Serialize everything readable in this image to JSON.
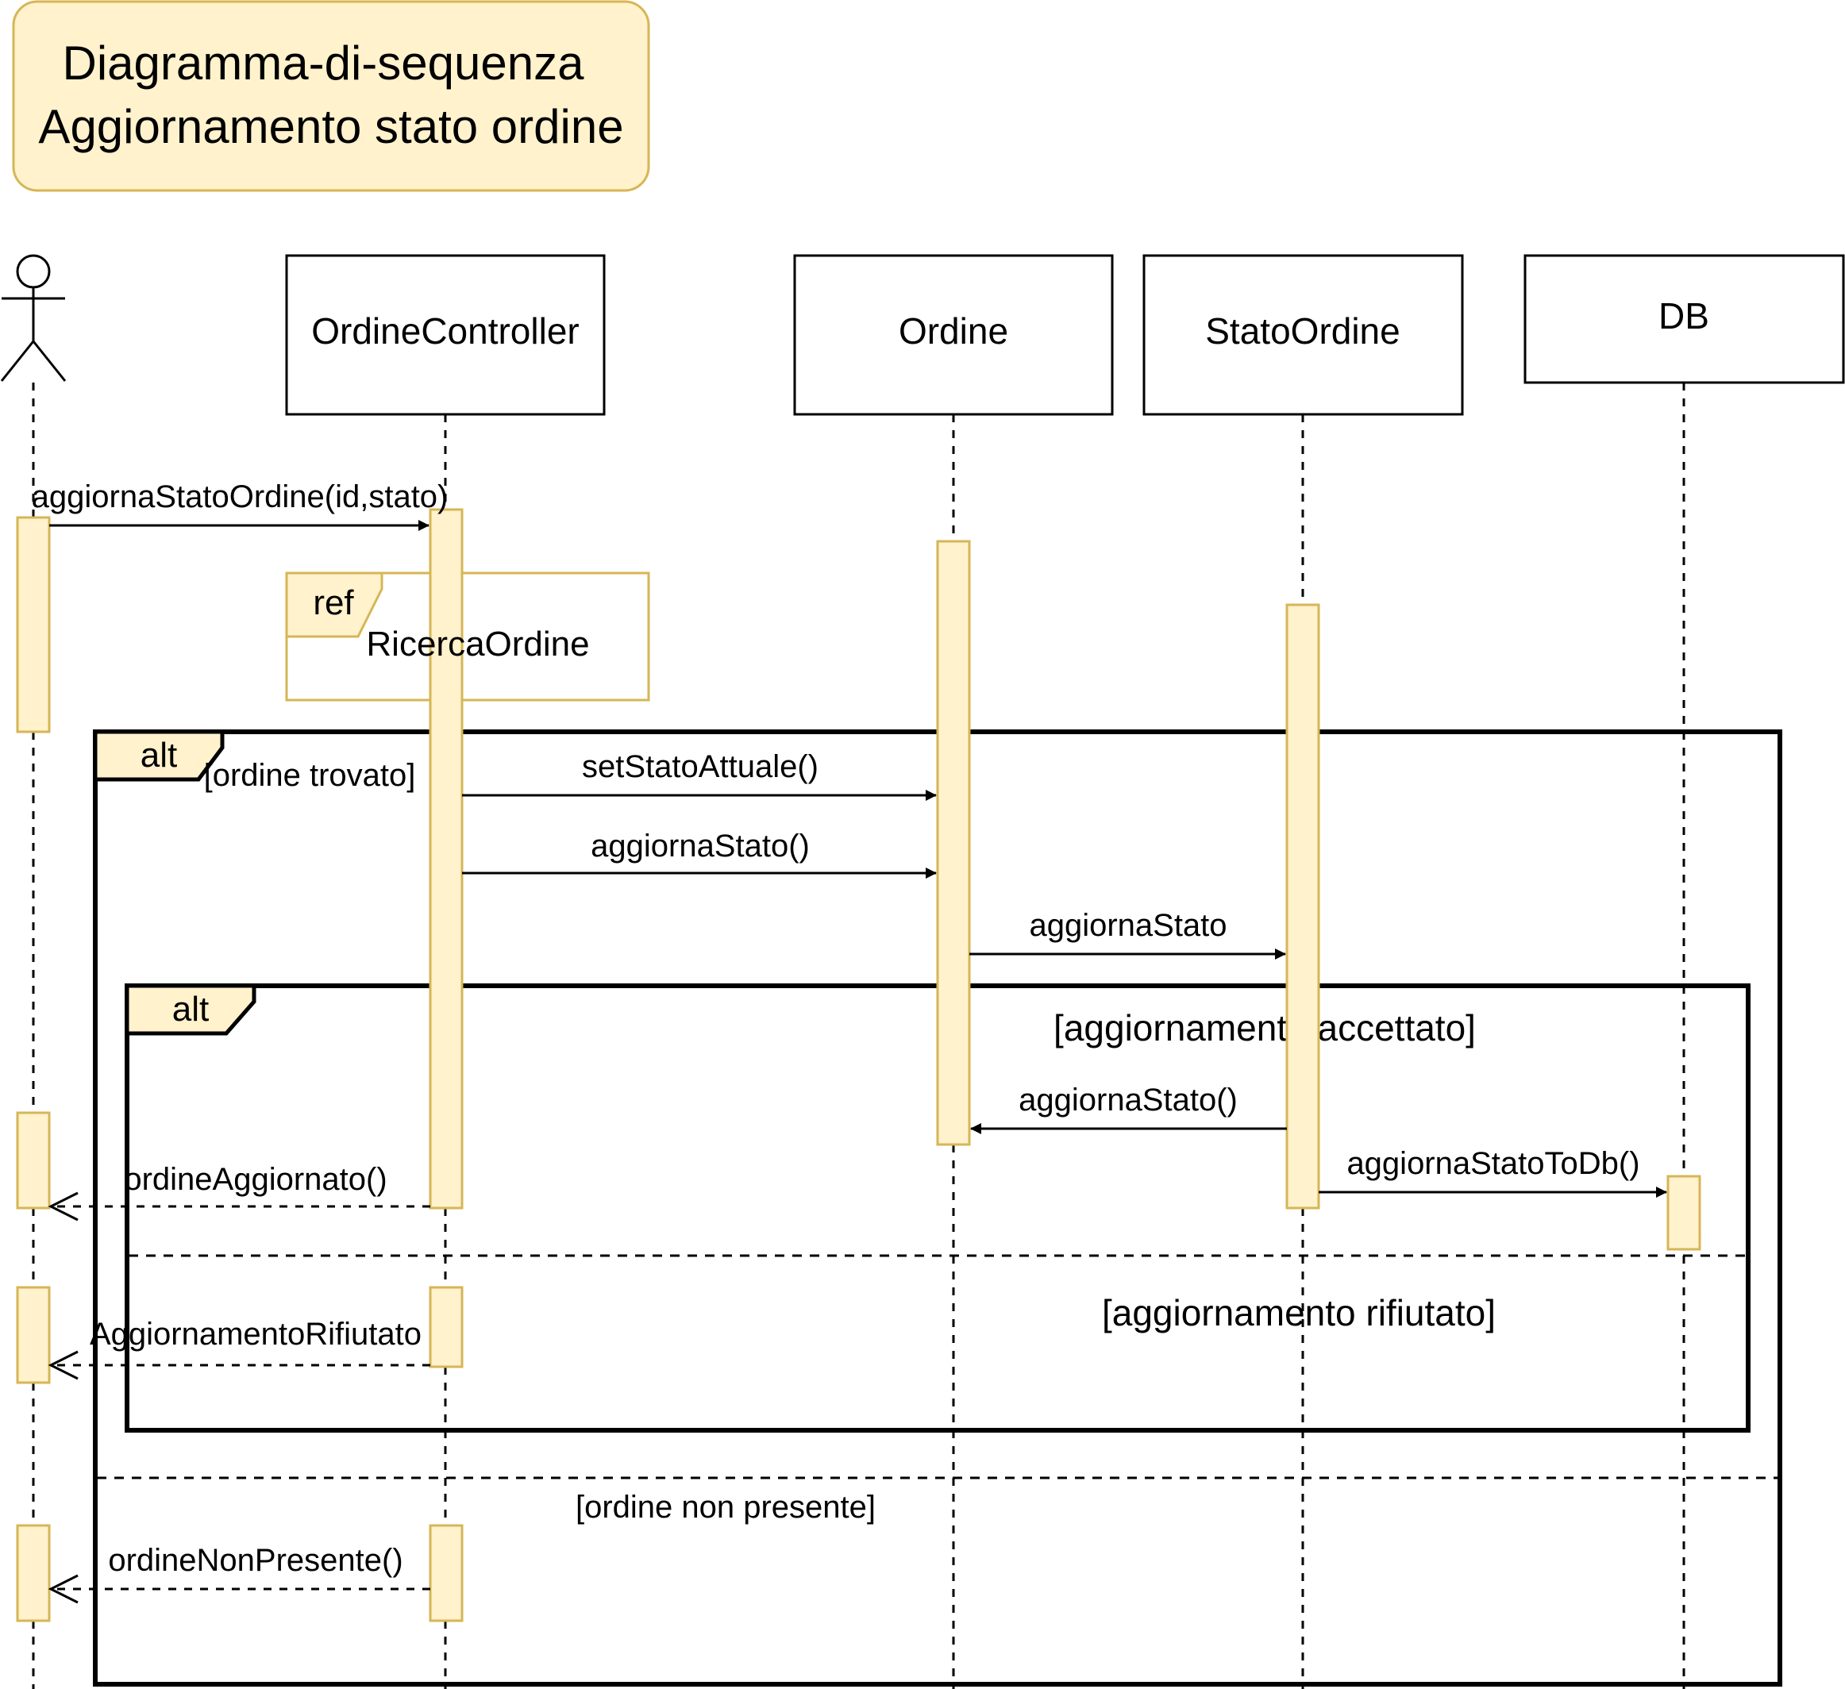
{
  "title": {
    "line1": "Diagramma-di-sequenza",
    "line2": "Aggiornamento stato ordine"
  },
  "participants": {
    "controller": "OrdineController",
    "ordine": "Ordine",
    "stato": "StatoOrdine",
    "db": "DB"
  },
  "messages": {
    "m1": "aggiornaStatoOrdine(id,stato)",
    "m2": "setStatoAttuale()",
    "m3": "aggiornaStato()",
    "m4": "aggiornaStato",
    "m5": "aggiornaStato()",
    "m6": "aggiornaStatoToDb()",
    "m7": "ordineAggiornato()",
    "m8": "AggiornamentoRifiutato",
    "m9": "ordineNonPresente()"
  },
  "ref": {
    "tag": "ref",
    "name": "RicercaOrdine"
  },
  "fragments": {
    "outer": {
      "operator": "alt",
      "guard1": "[ordine trovato]",
      "guard2": "[ordine non presente]"
    },
    "inner": {
      "operator": "alt",
      "guard1": "[aggiornamento accettato]",
      "guard2": "[aggiornamento rifiutato]"
    }
  },
  "colors": {
    "activation_fill": "#fff2cc",
    "activation_stroke": "#d6b656",
    "line": "#000000"
  }
}
